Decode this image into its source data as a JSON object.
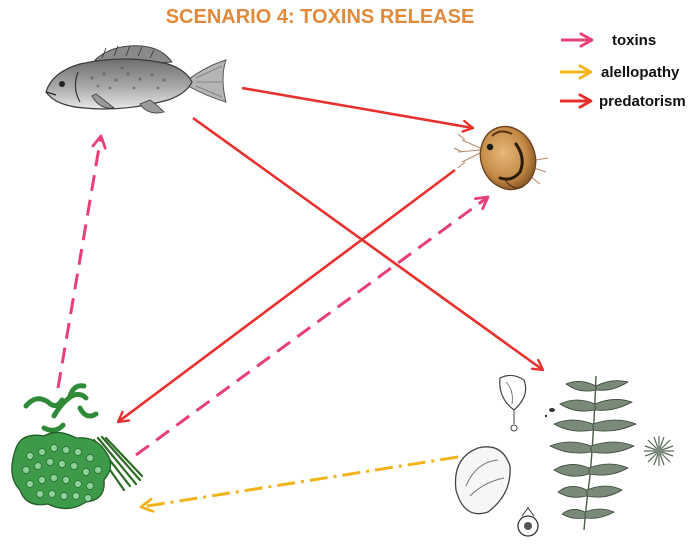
{
  "title": "SCENARIO 4: TOXINS RELEASE",
  "legend": [
    {
      "label": "toxins",
      "color": "#e83e7c",
      "style": "dashed"
    },
    {
      "label": "alellopathy",
      "color": "#f2b31b",
      "style": "dash-dot"
    },
    {
      "label": "predatorism",
      "color": "#e8302e",
      "style": "solid"
    }
  ],
  "nodes": [
    {
      "id": "fish",
      "icon": "fish-icon"
    },
    {
      "id": "zooplankton",
      "icon": "daphnia-icon"
    },
    {
      "id": "cyanobacteria",
      "icon": "cyanobacteria-icon"
    },
    {
      "id": "plants",
      "icon": "aquatic-plants-icon"
    }
  ],
  "arrows": [
    {
      "from": "fish",
      "to": "zooplankton",
      "type": "predatorism"
    },
    {
      "from": "fish",
      "to": "plants",
      "type": "predatorism"
    },
    {
      "from": "zooplankton",
      "to": "cyanobacteria",
      "type": "predatorism"
    },
    {
      "from": "cyanobacteria",
      "to": "zooplankton",
      "type": "toxins"
    },
    {
      "from": "cyanobacteria",
      "to": "fish",
      "type": "toxins"
    },
    {
      "from": "plants",
      "to": "cyanobacteria",
      "type": "alellopathy"
    }
  ]
}
